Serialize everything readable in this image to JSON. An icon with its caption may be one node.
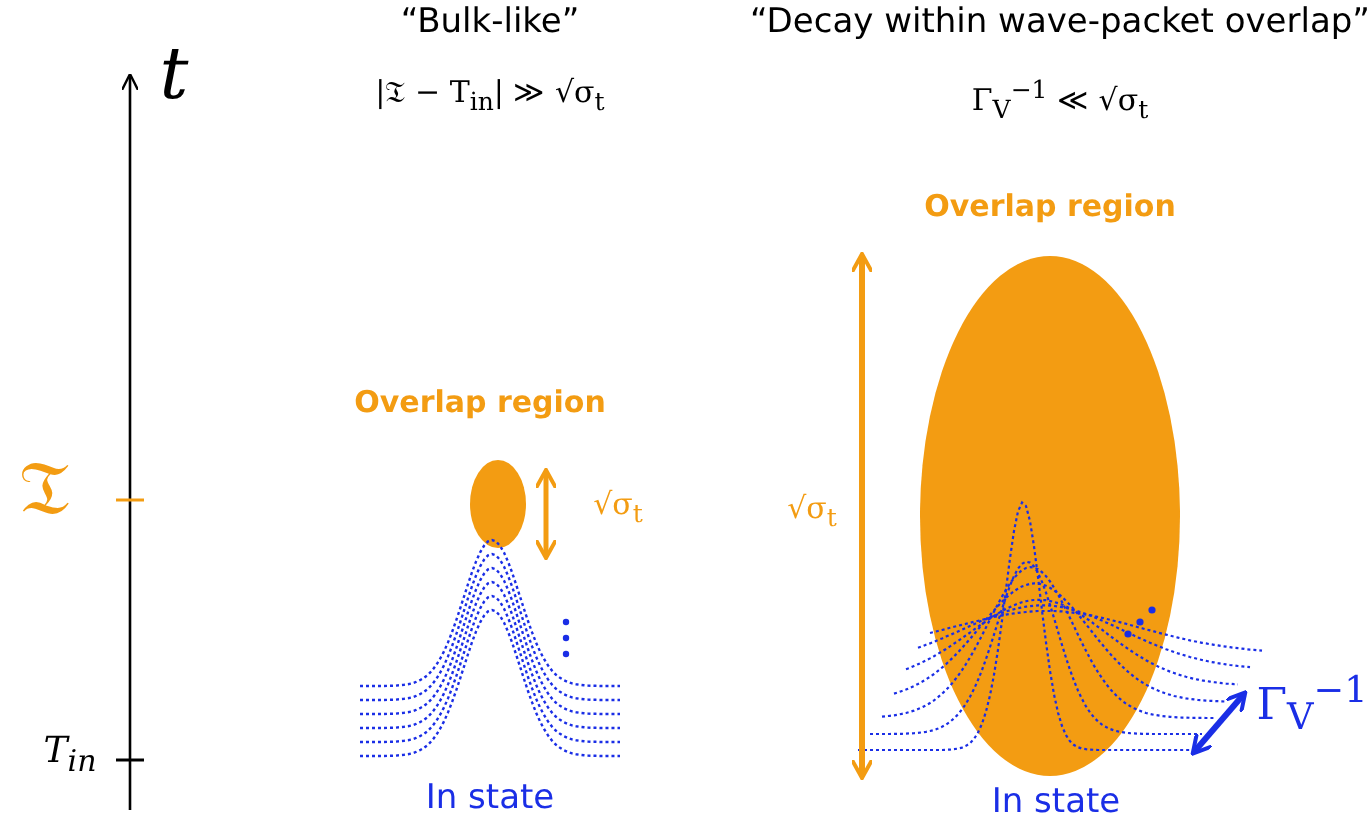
{
  "diagram": {
    "labels": [
      "“Bulk-like”",
      "“Decay within wave-packet overlap”",
      "t",
      "|𝔗 − T$_{in}$| ≫ √σ$_{t}$",
      "Γ$_{V}$$^{−1}$ ≪ √σ$_{t}$",
      "Overlap region",
      "Overlap region",
      "𝔗",
      "√σ$_{t}$",
      "√σ$_{t}$",
      "Γ$_{V}$$^{−1}$",
      "T$_{in}$",
      "In state",
      "In state"
    ]
  }
}
